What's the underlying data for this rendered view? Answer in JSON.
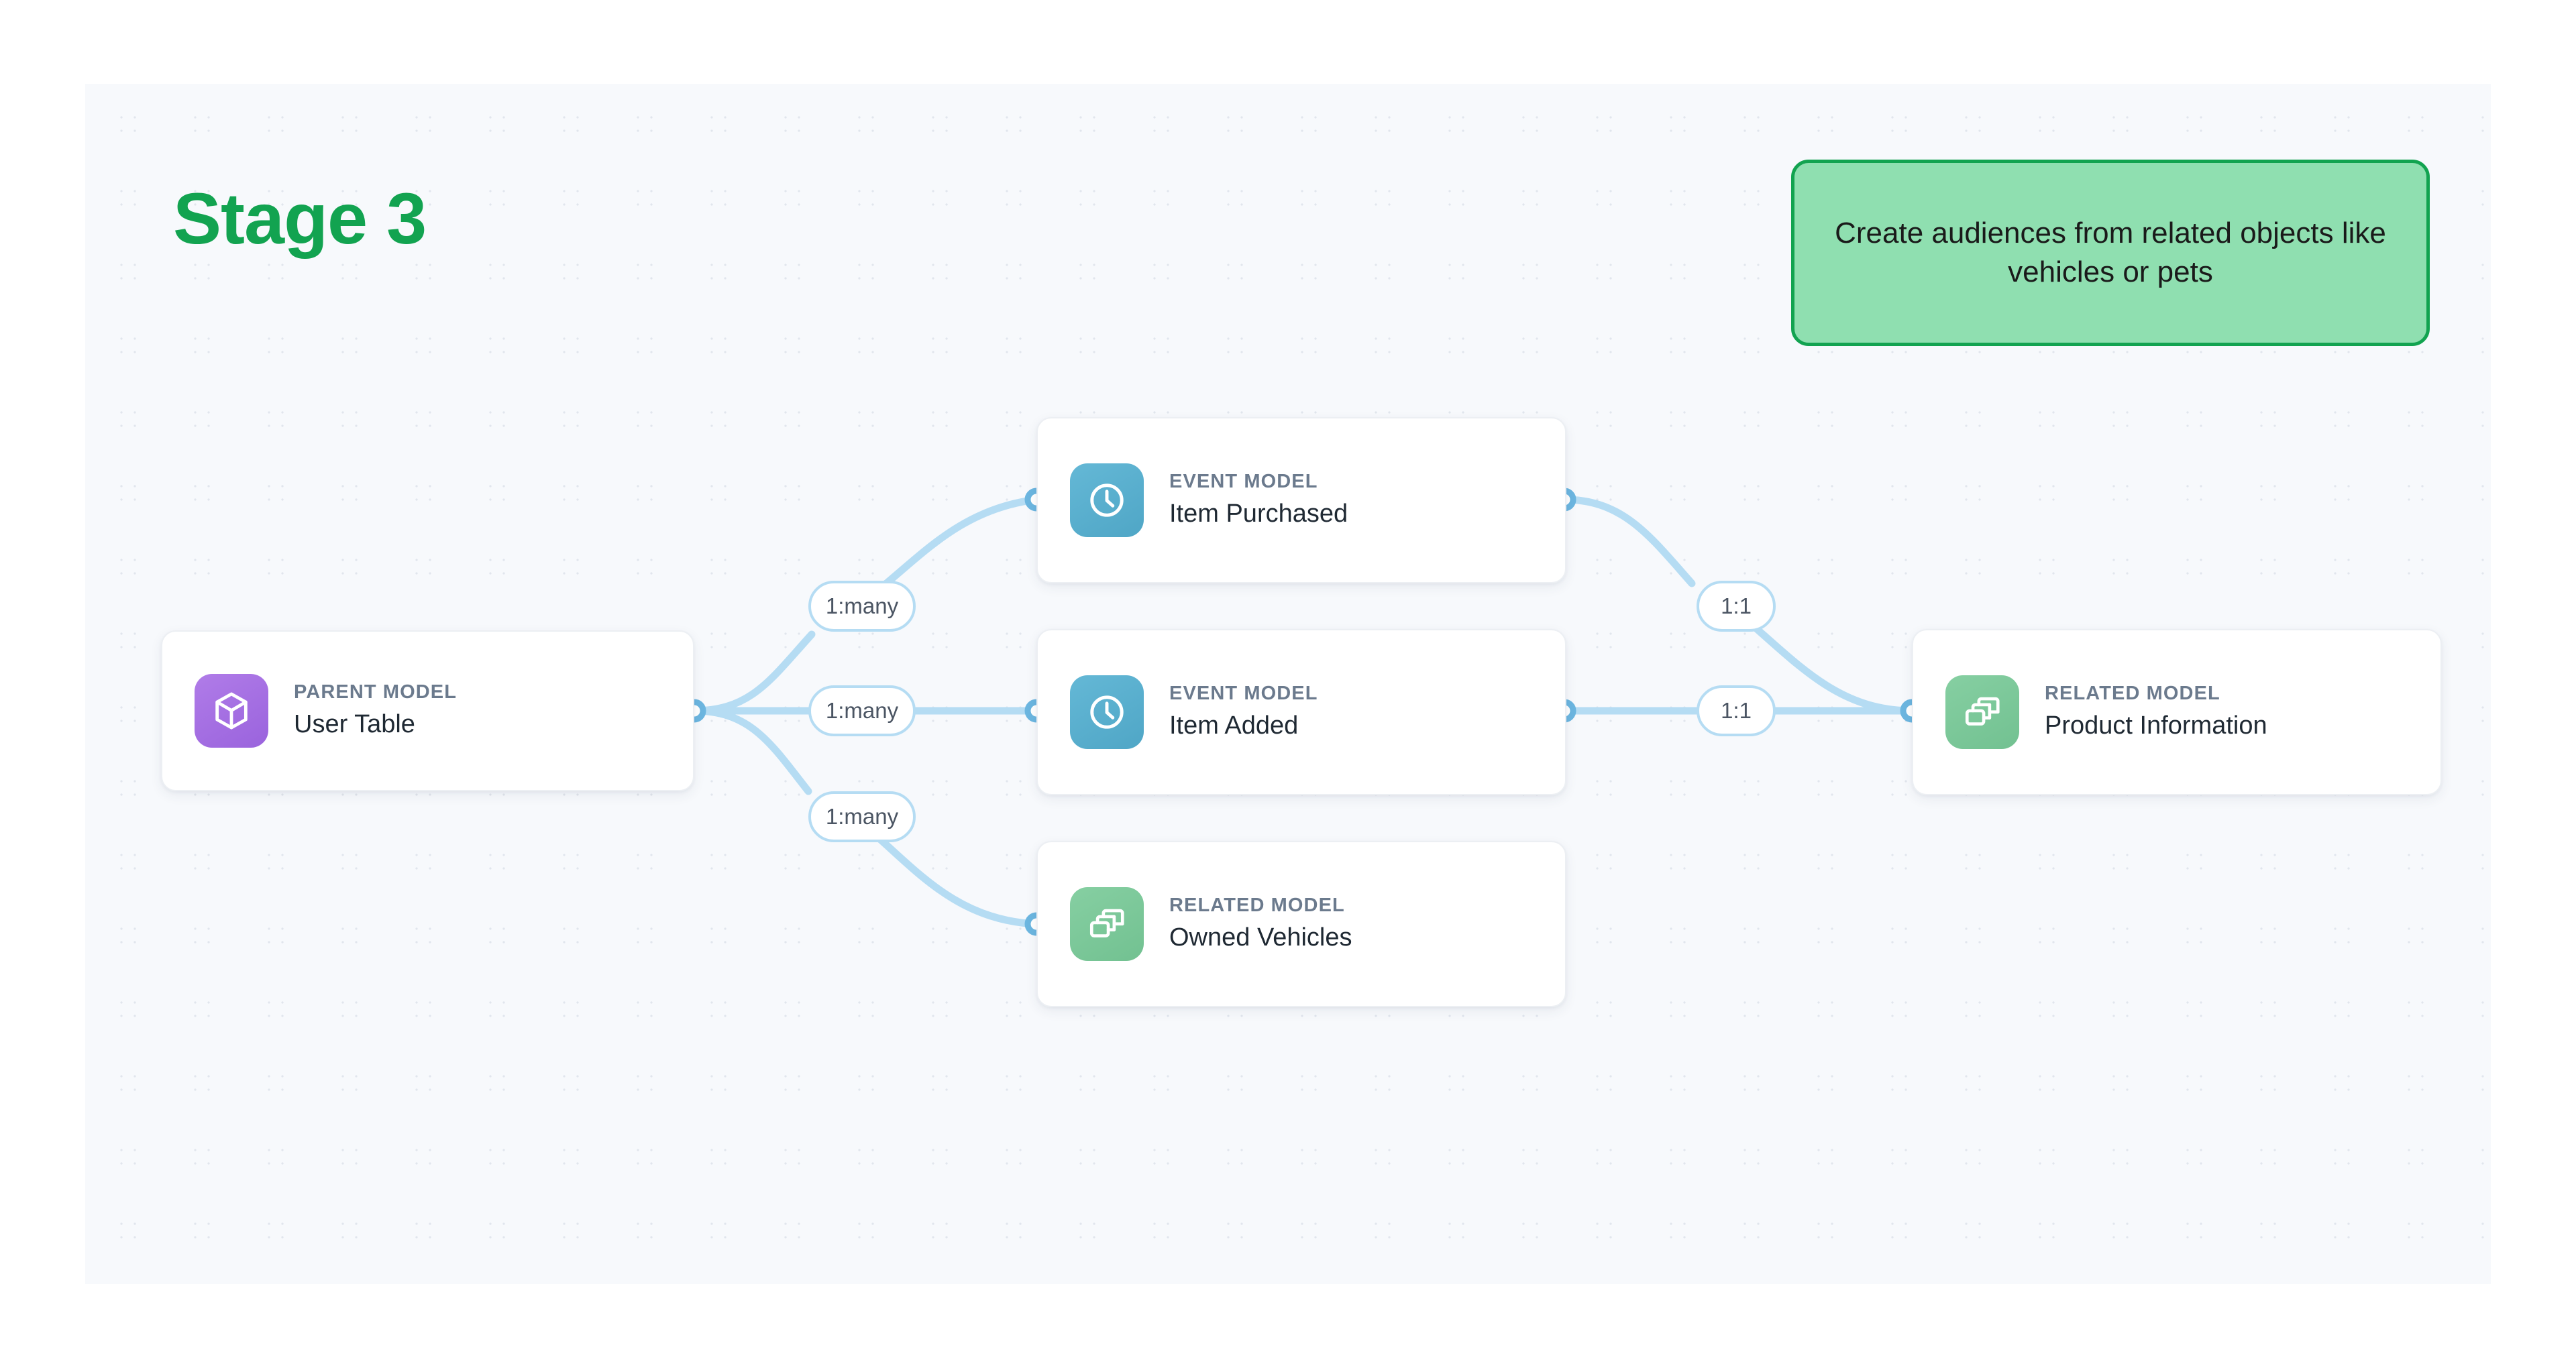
{
  "canvas": {
    "background_color": "#f7f9fc",
    "grid": "dot-grid"
  },
  "stage": {
    "label": "Stage 3",
    "color": "#12a350"
  },
  "callout": {
    "text": "Create audiences from related objects like vehicles or pets",
    "fill_color": "#8fdfb0",
    "border_color": "#12a350",
    "text_color": "#1a1a1a"
  },
  "diagram_data": {
    "type": "node-graph",
    "nodes": [
      {
        "id": "user-table",
        "kicker": "PARENT MODEL",
        "title": "User Table",
        "icon": "cube-icon",
        "icon_color": "#9a63dd",
        "column": "left"
      },
      {
        "id": "item-purchased",
        "kicker": "EVENT MODEL",
        "title": "Item Purchased",
        "icon": "clock-icon",
        "icon_color": "#4fa6c6",
        "column": "middle"
      },
      {
        "id": "item-added",
        "kicker": "EVENT MODEL",
        "title": "Item Added",
        "icon": "clock-icon",
        "icon_color": "#4fa6c6",
        "column": "middle"
      },
      {
        "id": "owned-vehicles",
        "kicker": "RELATED MODEL",
        "title": "Owned Vehicles",
        "icon": "layers-icon",
        "icon_color": "#72c191",
        "column": "middle"
      },
      {
        "id": "product-information",
        "kicker": "RELATED MODEL",
        "title": "Product Information",
        "icon": "layers-icon",
        "icon_color": "#72c191",
        "column": "right"
      }
    ],
    "edges": [
      {
        "from": "user-table",
        "to": "item-purchased",
        "label": "1:many"
      },
      {
        "from": "user-table",
        "to": "item-added",
        "label": "1:many"
      },
      {
        "from": "user-table",
        "to": "owned-vehicles",
        "label": "1:many"
      },
      {
        "from": "item-purchased",
        "to": "product-information",
        "label": "1:1"
      },
      {
        "from": "item-added",
        "to": "product-information",
        "label": "1:1"
      }
    ],
    "edge_color": "#b5dcf3",
    "connector_color": "#6cb6e0"
  }
}
